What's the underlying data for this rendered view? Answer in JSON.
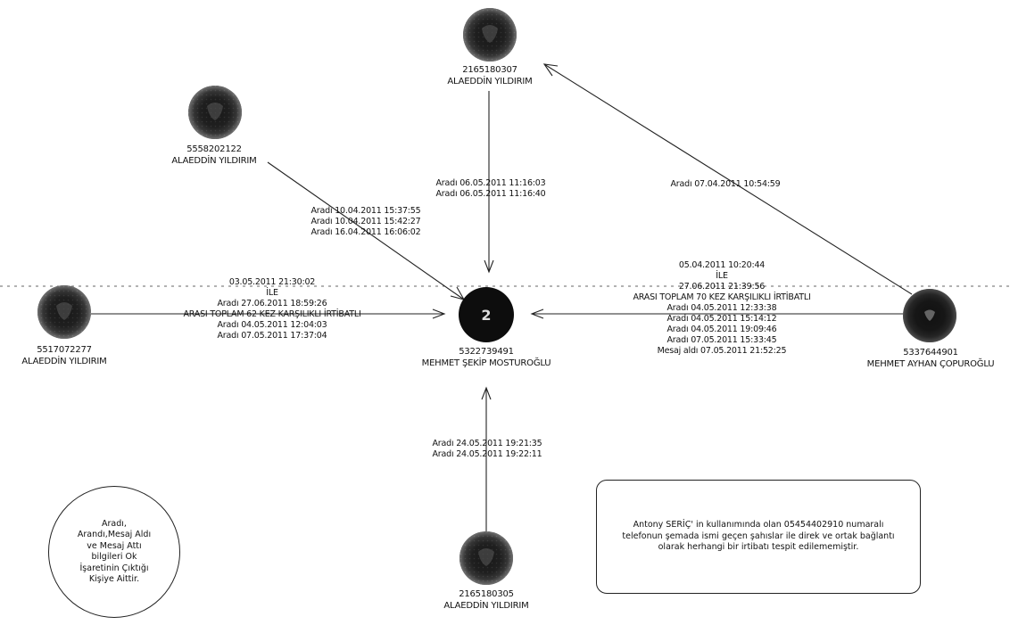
{
  "nodes": {
    "center": {
      "number": "5322739491",
      "name": "MEHMET ŞEKİP MOSTUROĞLU",
      "glyph": "2"
    },
    "top": {
      "number": "2165180307",
      "name": "ALAEDDİN YILDIRIM"
    },
    "top_left": {
      "number": "5558202122",
      "name": "ALAEDDİN YILDIRIM"
    },
    "left": {
      "number": "5517072277",
      "name": "ALAEDDİN YILDIRIM"
    },
    "right": {
      "number": "5337644901",
      "name": "MEHMET AYHAN ÇOPUROĞLU"
    },
    "bottom": {
      "number": "2165180305",
      "name": "ALAEDDİN YILDIRIM"
    }
  },
  "edges": {
    "top": [
      "Aradı 06.05.2011 11:16:03",
      "Aradı 06.05.2011 11:16:40"
    ],
    "top_left": [
      "Aradı 10.04.2011 15:37:55",
      "Aradı 10.04.2011 15:42:27",
      "Aradı 16.04.2011 16:06:02"
    ],
    "top_right": [
      "Aradı 07.04.2011 10:54:59"
    ],
    "left": [
      "03.05.2011 21:30:02",
      "İLE",
      "Aradı 27.06.2011 18:59:26",
      "ARASI TOPLAM 62 KEZ KARŞILIKLI İRTİBATLI",
      "Aradı 04.05.2011 12:04:03",
      "Aradı 07.05.2011 17:37:04"
    ],
    "right": [
      "05.04.2011 10:20:44",
      "İLE",
      "27.06.2011 21:39:56",
      "ARASI TOPLAM 70 KEZ KARŞILIKLI İRTİBATLI",
      "Aradı 04.05.2011 12:33:38",
      "Aradı 04.05.2011 15:14:12",
      "Aradı 04.05.2011 19:09:46",
      "Aradı 07.05.2011 15:33:45",
      "Mesaj aldı 07.05.2011 21:52:25"
    ],
    "bottom": [
      "Aradı 24.05.2011 19:21:35",
      "Aradı 24.05.2011 19:22:11"
    ]
  },
  "legend": {
    "lines": [
      "Aradı,",
      "Arandı,Mesaj Aldı",
      "ve Mesaj Attı",
      "bilgileri Ok",
      "İşaretinin Çıktığı",
      "Kişiye Aittir."
    ]
  },
  "note": {
    "lines": [
      "Antony SERİÇ' in kullanımında olan 05454402910 numaralı",
      "telefonun şemada ismi geçen şahıslar ile direk ve ortak bağlantı",
      "olarak herhangi bir irtibatı tespit edilememiştir."
    ]
  }
}
